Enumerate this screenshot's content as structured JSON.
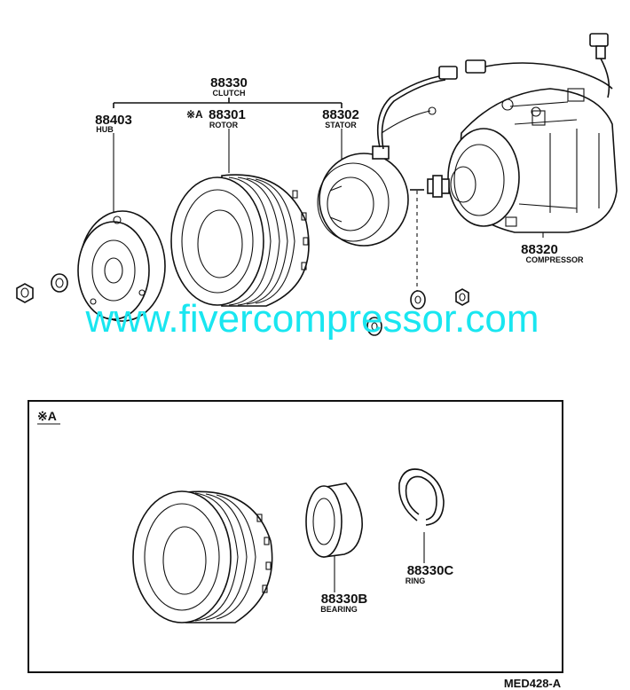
{
  "labels": {
    "clutch": {
      "number": "88330",
      "name": "CLUTCH"
    },
    "hub": {
      "number": "88403",
      "name": "HUB"
    },
    "rotor": {
      "mark": "※A",
      "number": "88301",
      "name": "ROTOR"
    },
    "stator": {
      "number": "88302",
      "name": "STATOR"
    },
    "compressor": {
      "number": "88320",
      "name": "COMPRESSOR"
    },
    "bearing": {
      "number": "88330B",
      "name": "BEARING"
    },
    "ring": {
      "number": "88330C",
      "name": "RING"
    }
  },
  "detail_box": {
    "title": "※A"
  },
  "watermark": "www.fivercompressor.com",
  "drawing_code": "MED428-A"
}
